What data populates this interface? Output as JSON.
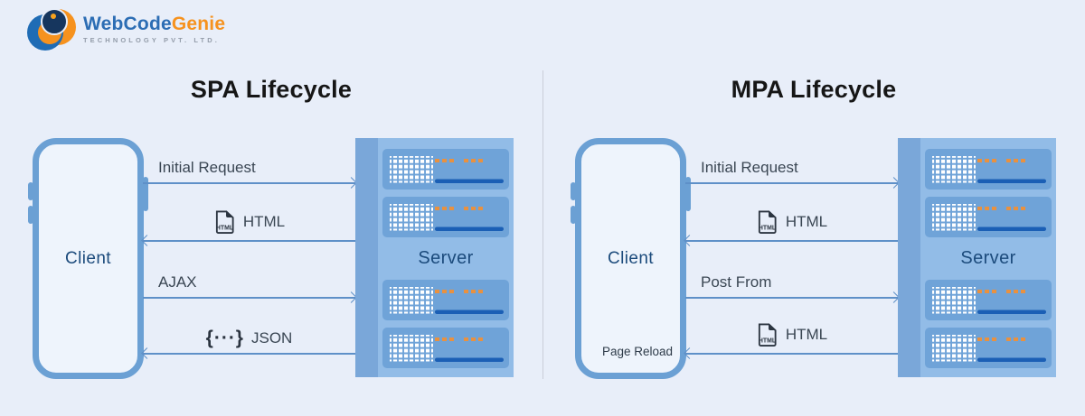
{
  "logo": {
    "brand_primary": "WebCode",
    "brand_secondary": "Genie",
    "tagline": "TECHNOLOGY PVT. LTD."
  },
  "icons": {
    "html_file_text": "HTML",
    "json_glyph": "{···}"
  },
  "colors": {
    "background": "#e8eef9",
    "phone_border": "#6ba0d4",
    "phone_fill": "#eef4fc",
    "navy_text": "#1c4b7c",
    "label_text": "#3a4653",
    "arrow": "#5e90c8",
    "server_spine": "#7aa7d9",
    "server_body": "#92bce7",
    "server_unit": "#6fa3d8",
    "unit_orange_dots": "#e89140",
    "unit_blue_bar": "#1b5fb5",
    "logo_blue": "#2c6db4",
    "logo_orange": "#f6921e",
    "title_text": "#161616"
  },
  "panels": [
    {
      "title": "SPA Lifecycle",
      "client_label": "Client",
      "server_label": "Server",
      "client_note": "",
      "flows": [
        {
          "label": "Initial Request",
          "direction": "right",
          "icon": "none"
        },
        {
          "label": "HTML",
          "direction": "left",
          "icon": "html-file"
        },
        {
          "label": "AJAX",
          "direction": "right",
          "icon": "none"
        },
        {
          "label": "JSON",
          "direction": "left",
          "icon": "json-braces"
        }
      ]
    },
    {
      "title": "MPA Lifecycle",
      "client_label": "Client",
      "server_label": "Server",
      "client_note": "Page Reload",
      "flows": [
        {
          "label": "Initial Request",
          "direction": "right",
          "icon": "none"
        },
        {
          "label": "HTML",
          "direction": "left",
          "icon": "html-file"
        },
        {
          "label": "Post From",
          "direction": "right",
          "icon": "none"
        },
        {
          "label": "HTML",
          "direction": "left",
          "icon": "html-file"
        }
      ]
    }
  ]
}
